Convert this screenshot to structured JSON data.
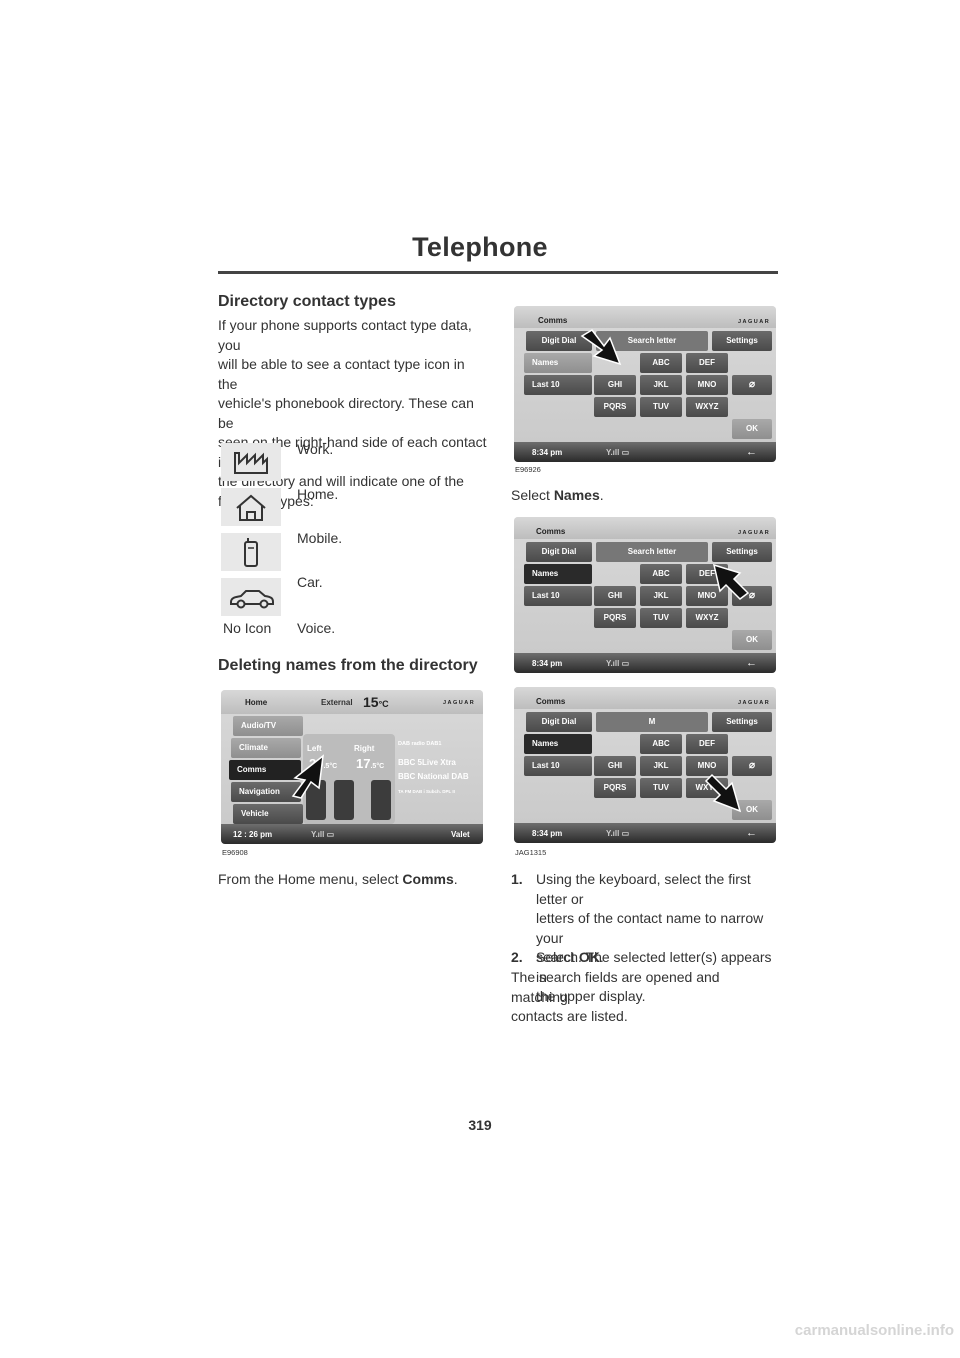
{
  "header": {
    "title": "Telephone"
  },
  "left": {
    "section1_heading": "Directory contact types",
    "section1_paragraph": [
      "If your phone supports contact type data, you",
      "will be able to see a contact type icon in the",
      "vehicle's phonebook directory. These can be",
      "seen on the right-hand side of each contact in",
      "the directory and will indicate one of the",
      "following types:"
    ],
    "contact_types": [
      {
        "icon": "work-icon",
        "label": "Work."
      },
      {
        "icon": "home-icon",
        "label": "Home."
      },
      {
        "icon": "mobile-icon",
        "label": "Mobile."
      },
      {
        "icon": "car-icon",
        "label": "Car."
      },
      {
        "icon": "",
        "no_icon_label": "No Icon",
        "label": "Voice."
      }
    ],
    "section2_heading": "Deleting names from the directory",
    "home_screen": {
      "home": "Home",
      "external": "External",
      "temp": "15",
      "unit": "°C",
      "menu": [
        "Audio/TV",
        "Climate",
        "Comms",
        "Navigation",
        "Vehicle"
      ],
      "left_label": "Left",
      "right_label": "Right",
      "left_temp": "20",
      "right_temp": "17",
      "decimal": ".5",
      "dab": "DAB radio   DAB1",
      "station1": "BBC 5Live Xtra",
      "station2": "BBC National DAB",
      "status": "TA  FM DAB  i Subch.  DPL II",
      "time": "12 : 26 pm",
      "valet": "Valet",
      "brand": "JAGUAR"
    },
    "caption": "E96908",
    "instruction": [
      "From the Home menu, select ",
      "Comms",
      "."
    ]
  },
  "right": {
    "screens": [
      {
        "title": "Comms",
        "top_center": "Search letter",
        "caption": "E96926"
      },
      {
        "title": "Comms",
        "top_center": "Search letter",
        "caption": ""
      },
      {
        "title": "Comms",
        "top_center": "M",
        "caption": "JAG1315"
      }
    ],
    "screen_labels": {
      "digit_dial": "Digit Dial",
      "settings": "Settings",
      "names": "Names",
      "last10": "Last 10",
      "keys": [
        "ABC",
        "DEF",
        "GHI",
        "JKL",
        "MNO",
        "PQRS",
        "TUV",
        "WXYZ"
      ],
      "ok": "OK",
      "time": "8:34  pm",
      "brand": "JAGUAR"
    },
    "select_names": [
      "Select ",
      "Names",
      "."
    ],
    "steps": [
      {
        "num": "1.",
        "text": [
          "Using the keyboard, select the first letter or",
          "letters of the contact name to narrow your",
          "search. The selected letter(s) appears in",
          "the upper display."
        ]
      },
      {
        "num": "2.",
        "text_pre": "Select ",
        "bold": "OK",
        "text_post": "."
      }
    ],
    "result": [
      "The search fields are opened and matching",
      "contacts are listed."
    ]
  },
  "footer": {
    "page_number": "319",
    "watermark": "carmanualsonline.info"
  }
}
